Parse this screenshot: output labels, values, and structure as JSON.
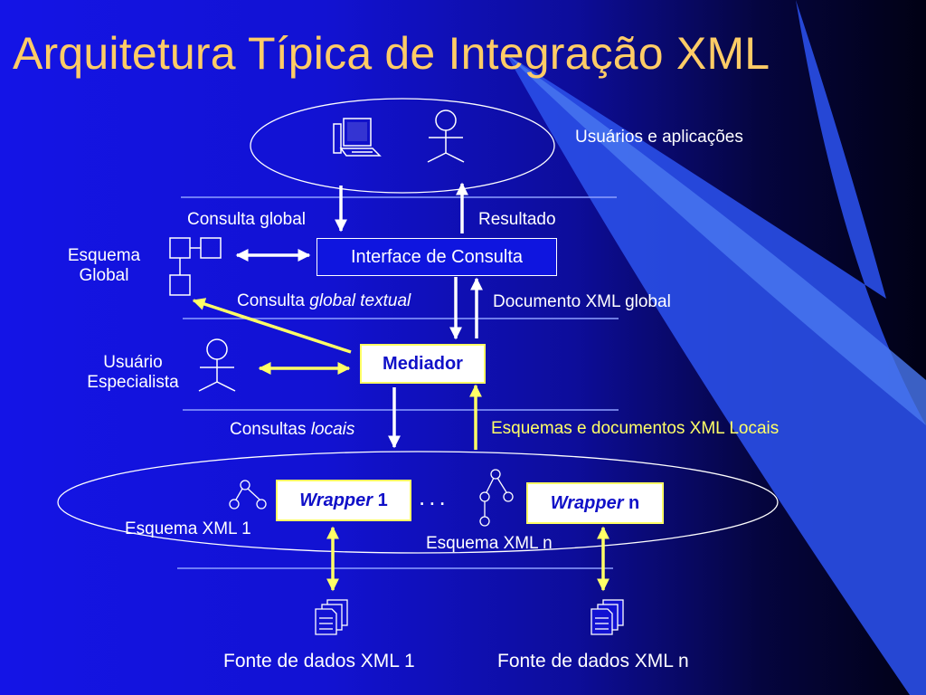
{
  "title": "Arquitetura Típica de Integração XML",
  "labels": {
    "usuarios_aplicacoes": "Usuários e aplicações",
    "consulta_global": "Consulta global",
    "resultado": "Resultado",
    "esquema_global_1": "Esquema",
    "esquema_global_2": "Global",
    "interface_consulta": "Interface de Consulta",
    "consulta_global_textual_prefix": "Consulta ",
    "consulta_global_textual_italic": "global textual",
    "documento_xml_global": "Documento XML global",
    "usuario_esp_1": "Usuário",
    "usuario_esp_2": "Especialista",
    "mediador": "Mediador",
    "consultas_locais_prefix": "Consultas ",
    "consultas_locais_italic": "locais",
    "esquemas_documentos_locais": "Esquemas e documentos XML Locais",
    "wrapper_italic": "Wrapper",
    "wrapper1_suffix": " 1",
    "wrappern_suffix": " n",
    "dots": "...",
    "esquema_xml_1": "Esquema XML 1",
    "esquema_xml_n": "Esquema XML n",
    "fonte_dados_1": "Fonte de dados XML 1",
    "fonte_dados_n": "Fonte de dados XML n"
  },
  "icons": [
    "computer-icon",
    "user-icon",
    "schema-icon",
    "tree-icon",
    "document-stack-icon"
  ],
  "colors": {
    "title": "#ffcc66",
    "yellow": "#ffff66",
    "white": "#ffffff",
    "box_text": "#1010c8"
  }
}
